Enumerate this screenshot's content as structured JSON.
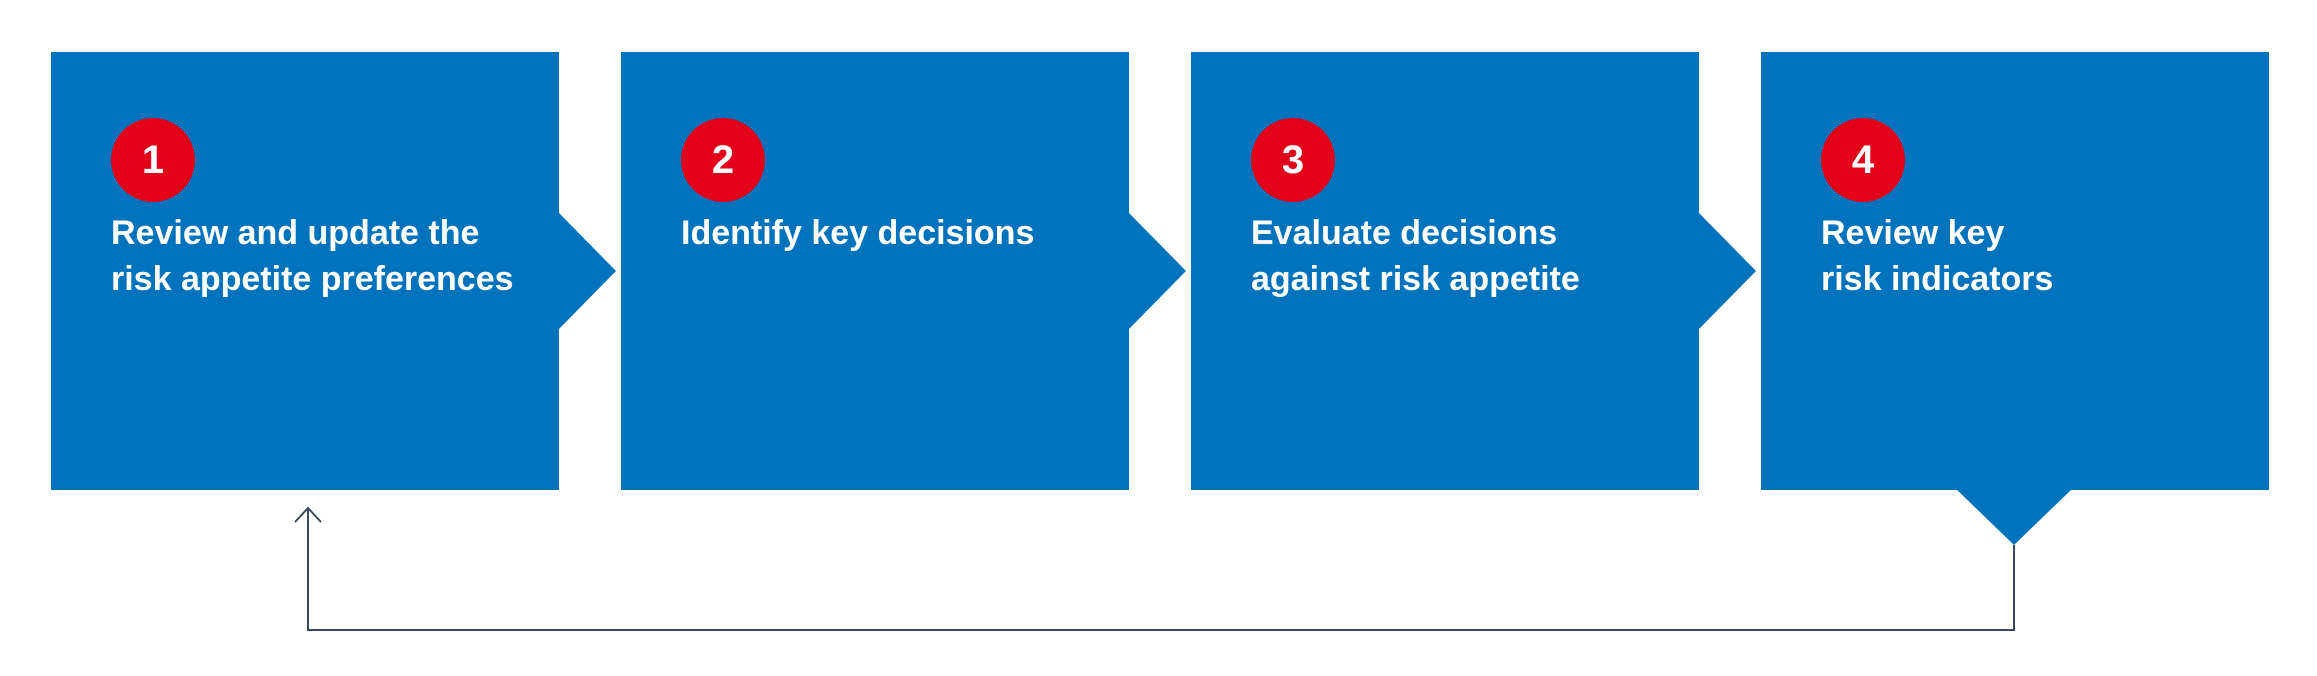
{
  "colors": {
    "box_fill": "#0073bc",
    "number_badge": "#e3001b",
    "text": "#ffffff",
    "feedback_line": "#3a4a5e"
  },
  "steps": [
    {
      "number": "1",
      "label": "Review and update the\nrisk appetite preferences"
    },
    {
      "number": "2",
      "label": "Identify key decisions"
    },
    {
      "number": "3",
      "label": "Evaluate decisions\nagainst risk appetite"
    },
    {
      "number": "4",
      "label": "Review key\nrisk indicators"
    }
  ]
}
